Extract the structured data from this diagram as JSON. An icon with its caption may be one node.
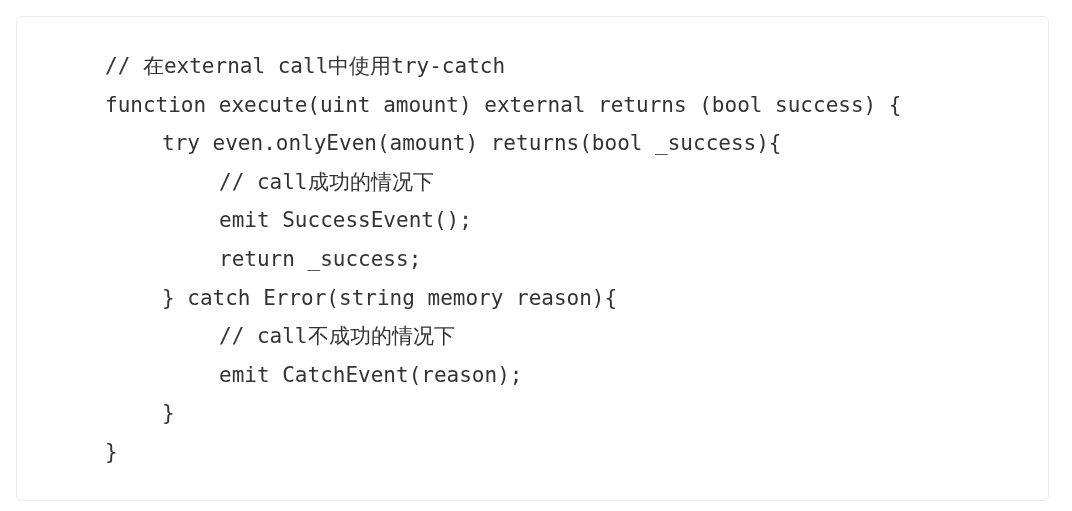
{
  "diagram": {
    "labels": [
      "// 在external call中使用try-catch",
      "function execute(uint amount) external returns (bool success) {",
      "try even.onlyEven(amount) returns(bool _success){",
      "// call成功的情况下",
      "emit SuccessEvent();",
      "return _success;",
      "} catch Error(string memory reason){",
      "// call不成功的情况下",
      "emit CatchEvent(reason);",
      "}",
      "}"
    ]
  }
}
